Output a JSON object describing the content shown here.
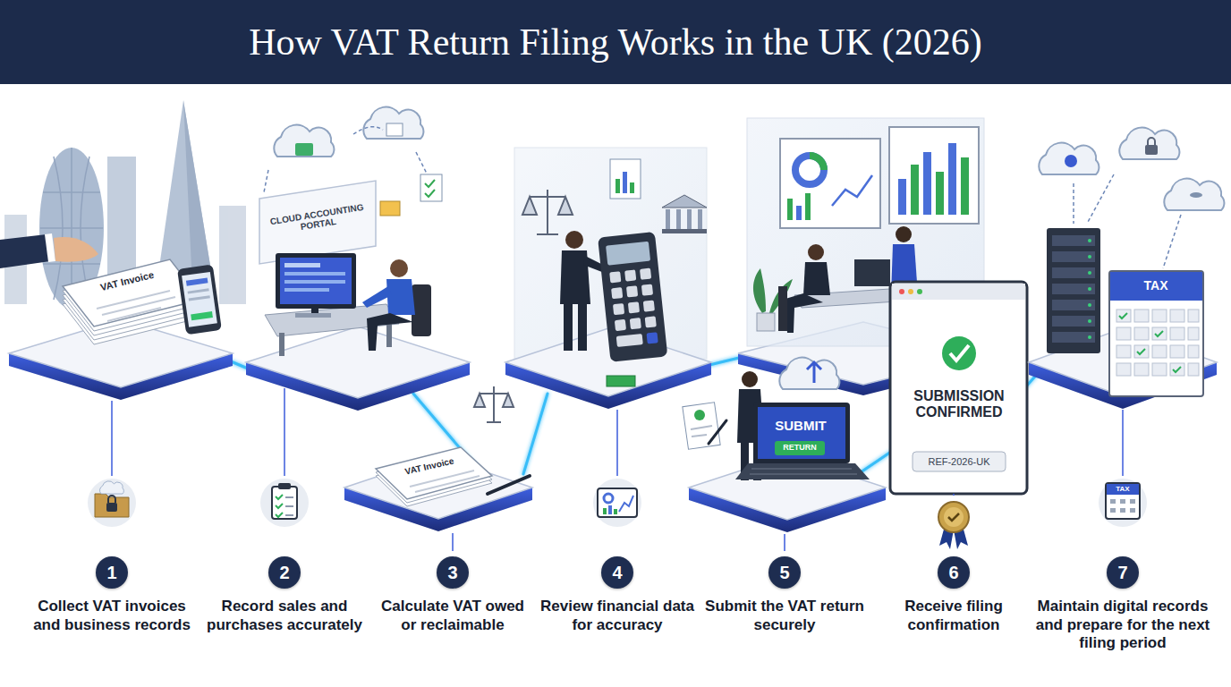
{
  "diagram": {
    "title": "How VAT Return Filing Works in the UK (2026)",
    "nodes": [
      {
        "text": [
          "1",
          "Collect VAT invoices and business records"
        ]
      },
      {
        "text": [
          "2",
          "Record sales and purchases accurately"
        ]
      },
      {
        "text": [
          "3",
          "Calculate VAT owed or reclaimable"
        ]
      },
      {
        "text": [
          "4",
          "Review financial data for accuracy"
        ]
      },
      {
        "text": [
          "5",
          "Submit the VAT return securely"
        ]
      },
      {
        "text": [
          "6",
          "Receive filing confirmation"
        ]
      },
      {
        "text": [
          "7",
          "Maintain digital records and prepare for the next filing period"
        ]
      }
    ],
    "labels": [
      "VAT Invoice",
      "CLOUD ACCOUNTING PORTAL",
      "VAT Invoice",
      "SUBMIT",
      "RETURN",
      "SUBMISSION CONFIRMED",
      "REF-2026-UK",
      "TAX",
      "TAX"
    ]
  }
}
